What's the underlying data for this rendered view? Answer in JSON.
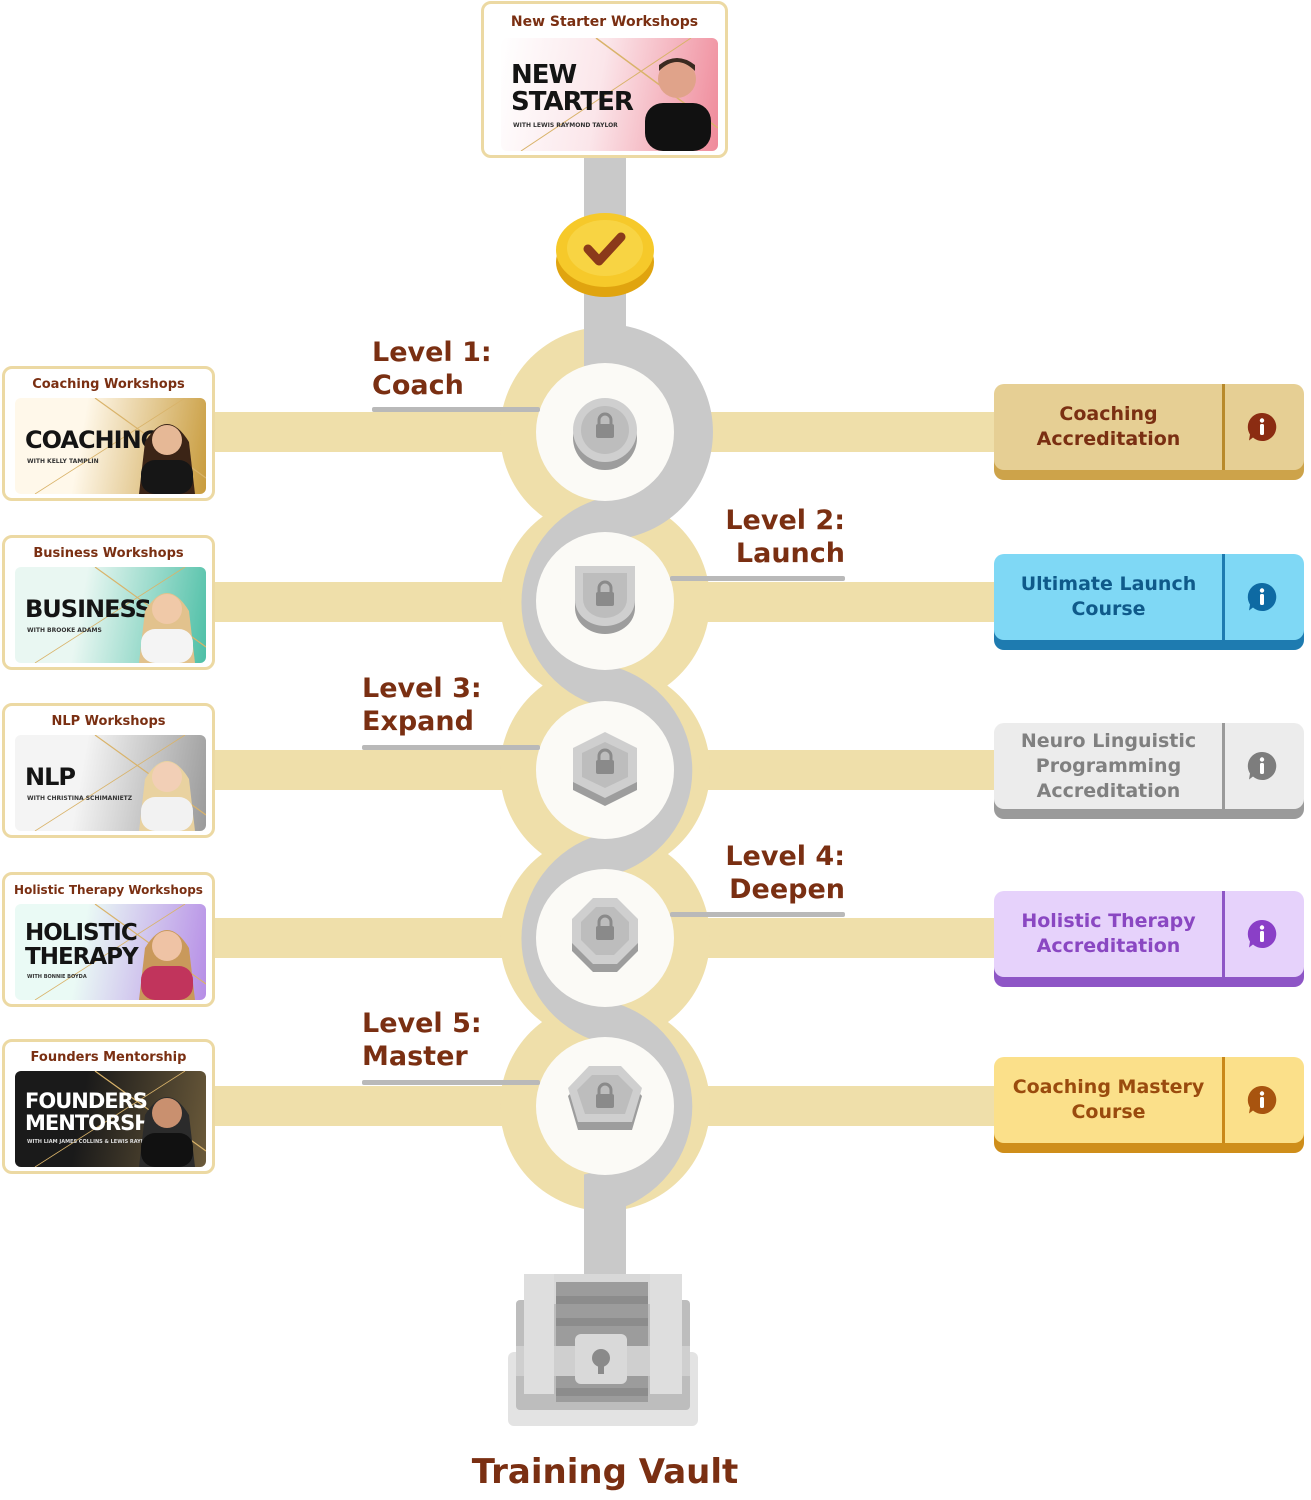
{
  "top_workshop": {
    "title": "New Starter Workshops",
    "thumb_line1": "NEW",
    "thumb_line2": "STARTER",
    "thumb_sub": "WITH LEWIS RAYMOND TAYLOR"
  },
  "levels": [
    {
      "title_line1": "Level 1:",
      "title_line2": "Coach",
      "label_side": "left",
      "badge_shape": "circle",
      "workshop": {
        "title": "Coaching Workshops",
        "thumb_word": "COACHING",
        "thumb_sub": "WITH KELLY TAMPLIN",
        "gradient": [
          "#fff8ea",
          "#c89b3c"
        ]
      },
      "accreditation": {
        "label": "Coaching Accreditation",
        "face": "#e6cf94",
        "shadow": "#cda34a",
        "divider": "#b88a2c",
        "text": "#7a2f12",
        "icon": "#8b2c12"
      }
    },
    {
      "title_line1": "Level 2:",
      "title_line2": "Launch",
      "label_side": "right",
      "badge_shape": "shield",
      "workshop": {
        "title": "Business Workshops",
        "thumb_word": "BUSINESS",
        "thumb_sub": "WITH BROOKE ADAMS",
        "gradient": [
          "#e9f7f2",
          "#4dbfa6"
        ]
      },
      "accreditation": {
        "label": "Ultimate Launch Course",
        "face": "#7fd8f5",
        "shadow": "#1e7bb0",
        "divider": "#1e7bb0",
        "text": "#0f5a8a",
        "icon": "#0e6aa3"
      }
    },
    {
      "title_line1": "Level 3:",
      "title_line2": "Expand",
      "label_side": "left",
      "badge_shape": "hexagon",
      "workshop": {
        "title": "NLP Workshops",
        "thumb_word": "NLP",
        "thumb_sub": "WITH CHRISTINA SCHIMANIETZ",
        "gradient": [
          "#f4f4f4",
          "#9a9a9a"
        ]
      },
      "accreditation": {
        "label": "Neuro Linguistic Programming Accreditation",
        "face": "#ececec",
        "shadow": "#9a9a9a",
        "divider": "#9a9a9a",
        "text": "#808080",
        "icon": "#7d7d7d"
      }
    },
    {
      "title_line1": "Level 4:",
      "title_line2": "Deepen",
      "label_side": "right",
      "badge_shape": "octagon",
      "workshop": {
        "title": "Holistic Therapy Workshops",
        "thumb_line1": "HOLISTIC",
        "thumb_line2": "THERAPY",
        "thumb_sub": "WITH BONNIE BOYDA",
        "gradient": [
          "#eafaf5",
          "#b68de6"
        ]
      },
      "accreditation": {
        "label": "Holistic Therapy Accreditation",
        "face": "#e6d2fb",
        "shadow": "#8e56c6",
        "divider": "#8e56c6",
        "text": "#8a47c2",
        "icon": "#8a3fc7"
      }
    },
    {
      "title_line1": "Level 5:",
      "title_line2": "Master",
      "label_side": "left",
      "badge_shape": "gem",
      "workshop": {
        "title": "Founders Mentorship",
        "thumb_line1": "FOUNDERS",
        "thumb_line2": "MENTORSHIP",
        "thumb_sub": "WITH LIAM JAMES COLLINS & LEWIS RAYMOND TAYLOR",
        "gradient": [
          "#1a1a1a",
          "#6b5a3a"
        ]
      },
      "accreditation": {
        "label": "Coaching Mastery Course",
        "face": "#fbe08a",
        "shadow": "#cf8e1a",
        "divider": "#c9881a",
        "text": "#9a4b0e",
        "icon": "#a8540f"
      }
    }
  ],
  "vault": {
    "title": "Training Vault"
  },
  "colors": {
    "path_grey": "#c9c9c9",
    "path_cream": "#efdfaa",
    "brand_brown": "#7a2f12",
    "coin_gold": "#f6c92a"
  }
}
